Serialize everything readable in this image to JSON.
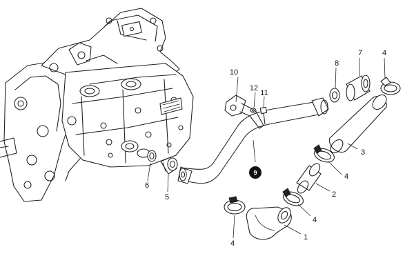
{
  "diagram": {
    "callouts": [
      {
        "id": "c-1",
        "label": "1"
      },
      {
        "id": "c-2",
        "label": "2"
      },
      {
        "id": "c-3",
        "label": "3"
      },
      {
        "id": "c-4-top",
        "label": "4"
      },
      {
        "id": "c-4-mid",
        "label": "4"
      },
      {
        "id": "c-4-low",
        "label": "4"
      },
      {
        "id": "c-4-bottom",
        "label": "4"
      },
      {
        "id": "c-5",
        "label": "5"
      },
      {
        "id": "c-6",
        "label": "6"
      },
      {
        "id": "c-7",
        "label": "7"
      },
      {
        "id": "c-8",
        "label": "8"
      },
      {
        "id": "c-9",
        "label": "9"
      },
      {
        "id": "c-10",
        "label": "10"
      },
      {
        "id": "c-11",
        "label": "11"
      },
      {
        "id": "c-12",
        "label": "12"
      }
    ]
  }
}
